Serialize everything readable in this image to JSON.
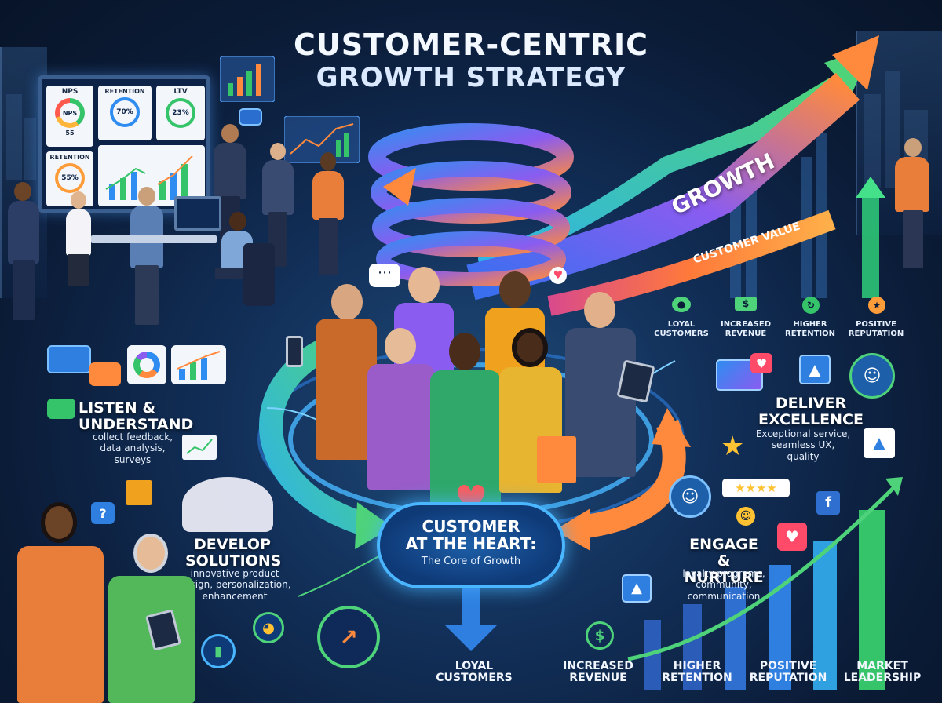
{
  "title": {
    "line1": "CUSTOMER-CENTRIC",
    "line2": "GROWTH STRATEGY"
  },
  "dashboard": {
    "nps_label": "NPS",
    "nps_gauge": "NPS",
    "nps_sub": "55",
    "retention_label": "RETENTION",
    "retention_value": "70%",
    "ltv_label": "LTV",
    "ltv_value": "23%",
    "retention2_label": "RETENTION",
    "retention2_value": "55%"
  },
  "arrows": {
    "growth": "GROWTH",
    "customer_value": "CUSTOMER VALUE"
  },
  "top_outcomes": [
    {
      "label": "LOYAL CUSTOMERS",
      "icon": "people-icon"
    },
    {
      "label": "INCREASED REVENUE",
      "icon": "money-icon"
    },
    {
      "label": "HIGHER RETENTION",
      "icon": "recycle-icon"
    },
    {
      "label": "POSITIVE REPUTATION",
      "icon": "trophy-icon"
    }
  ],
  "sections": {
    "listen": {
      "title_line1": "LISTEN &",
      "title_line2": "UNDERSTAND",
      "desc_line1": "collect feedback,",
      "desc_line2": "data analysis,",
      "desc_line3": "surveys"
    },
    "deliver": {
      "title_line1": "DELIVER",
      "title_line2": "EXCELLENCE",
      "desc_line1": "Exceptional service,",
      "desc_line2": "seamless UX,",
      "desc_line3": "quality"
    },
    "develop": {
      "title_line1": "DEVELOP",
      "title_line2": "SOLUTIONS",
      "desc_line1": "innovative product",
      "desc_line2": "design, personalization,",
      "desc_line3": "enhancement"
    },
    "engage": {
      "title_line1": "ENGAGE",
      "title_line2": "& NURTURE",
      "desc_line1": "loyalty programs,",
      "desc_line2": "community,",
      "desc_line3": "communication"
    }
  },
  "center": {
    "line1": "CUSTOMER",
    "line2": "AT THE HEART:",
    "sub": "The Core of Growth"
  },
  "bottom_outcomes": [
    {
      "line1": "LOYAL",
      "line2": "CUSTOMERS"
    },
    {
      "line1": "INCREASED",
      "line2": "REVENUE"
    },
    {
      "line1": "HIGHER",
      "line2": "RETENTION"
    },
    {
      "line1": "POSITIVE",
      "line2": "REPUTATION"
    },
    {
      "line1": "MARKET",
      "line2": "LEADERSHIP"
    }
  ],
  "colors": {
    "background": "#0b1c38",
    "accent_blue": "#49b6ff",
    "accent_green": "#4ed37a",
    "accent_orange": "#ff8a3d",
    "accent_purple": "#8a5cf0"
  }
}
